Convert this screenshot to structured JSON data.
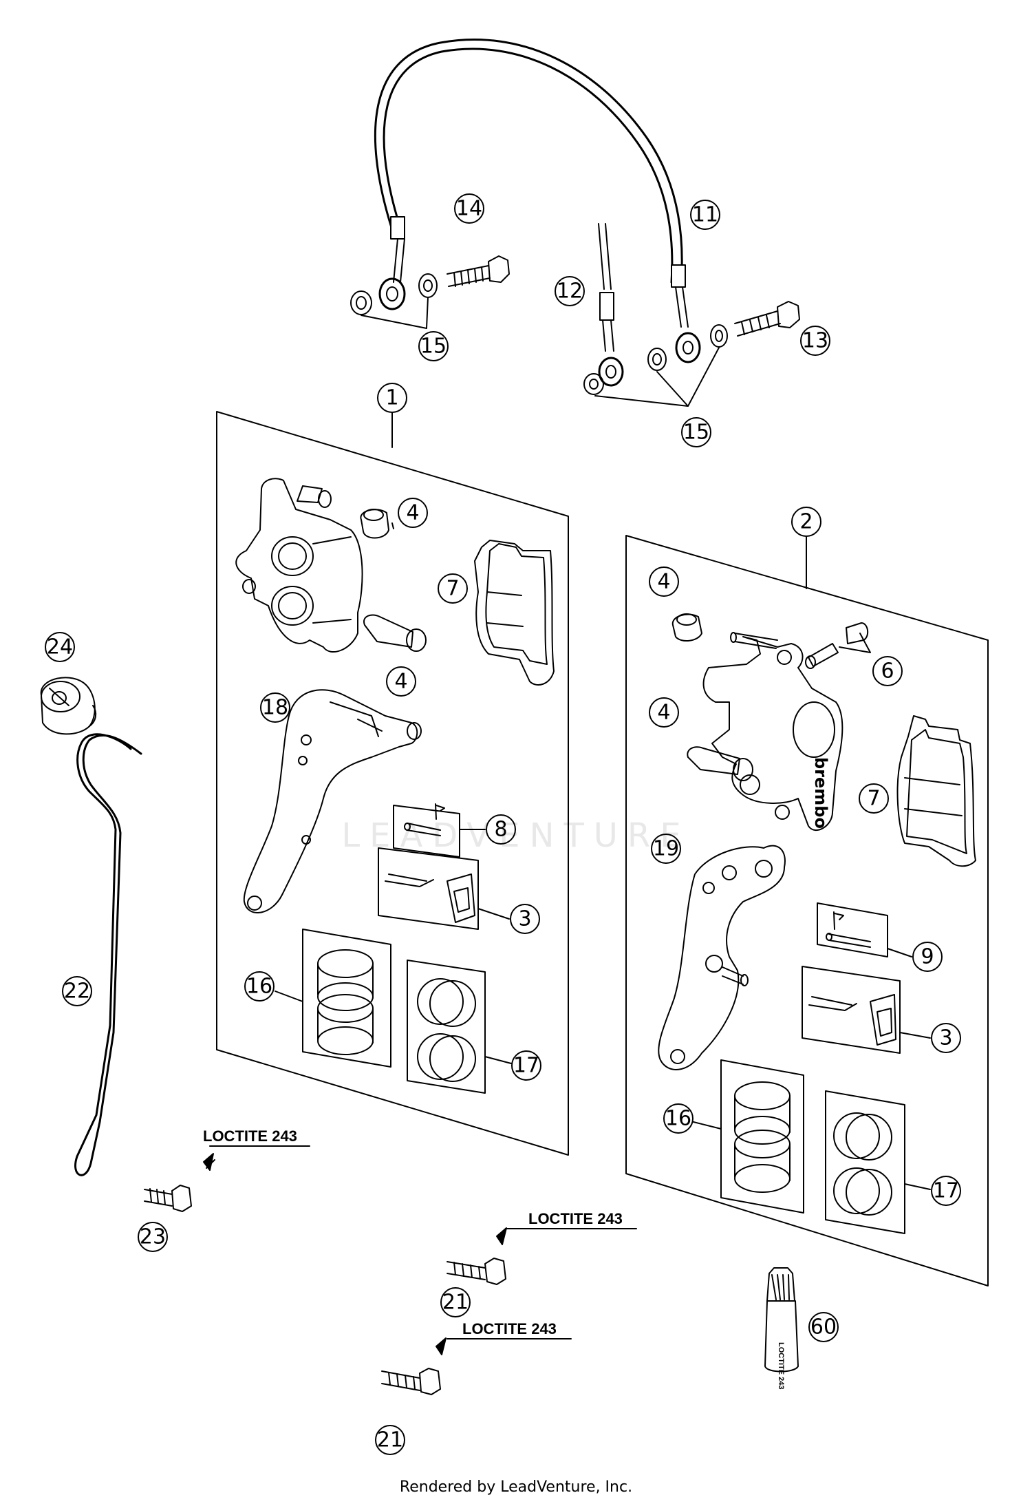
{
  "footer": "Rendered by LeadVenture, Inc.",
  "watermark": "LEADVENTURE",
  "loctite_label": "LOCTITE 243",
  "callouts": {
    "c1": "1",
    "c2": "2",
    "c3a": "3",
    "c3b": "3",
    "c4a": "4",
    "c4b": "4",
    "c4c": "4",
    "c4d": "4",
    "c6": "6",
    "c7a": "7",
    "c7b": "7",
    "c8": "8",
    "c9": "9",
    "c11": "11",
    "c12": "12",
    "c13": "13",
    "c14": "14",
    "c15a": "15",
    "c15b": "15",
    "c16a": "16",
    "c16b": "16",
    "c17a": "17",
    "c17b": "17",
    "c18": "18",
    "c19": "19",
    "c21a": "21",
    "c21b": "21",
    "c22": "22",
    "c23": "23",
    "c24": "24",
    "c60": "60"
  }
}
